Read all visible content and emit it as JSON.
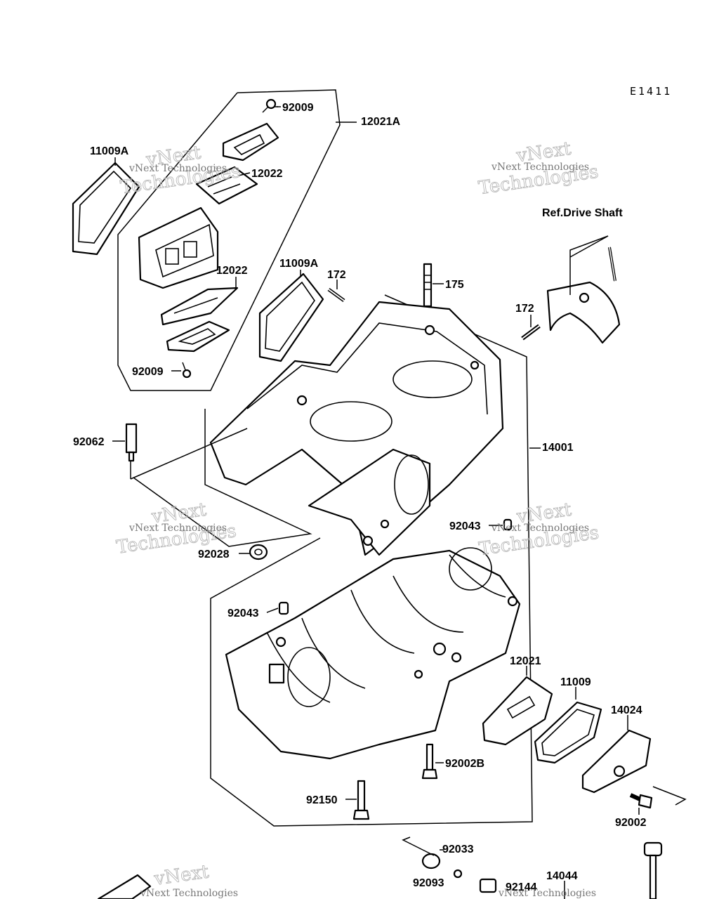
{
  "diagram_code": "E1411",
  "labels": {
    "p92009_top": "92009",
    "p12021A": "12021A",
    "p11009A_left": "11009A",
    "p12022_top": "12022",
    "ref_drive_shaft": "Ref.Drive Shaft",
    "p12022_mid": "12022",
    "p11009A_mid": "11009A",
    "p172_a": "172",
    "p175": "175",
    "p172_b": "172",
    "p92009_bottom": "92009",
    "p92062": "92062",
    "p14001": "14001",
    "p92043_right": "92043",
    "p92028": "92028",
    "p92043_left": "92043",
    "p12021": "12021",
    "p11009": "11009",
    "p14024": "14024",
    "p92002B": "92002B",
    "p92150": "92150",
    "p92002": "92002",
    "p92033": "92033",
    "p92093": "92093",
    "p92144": "92144",
    "p14044": "14044"
  },
  "watermark": {
    "line1": "vNext",
    "line2": "Technologies",
    "small": "vNext Technologies"
  }
}
